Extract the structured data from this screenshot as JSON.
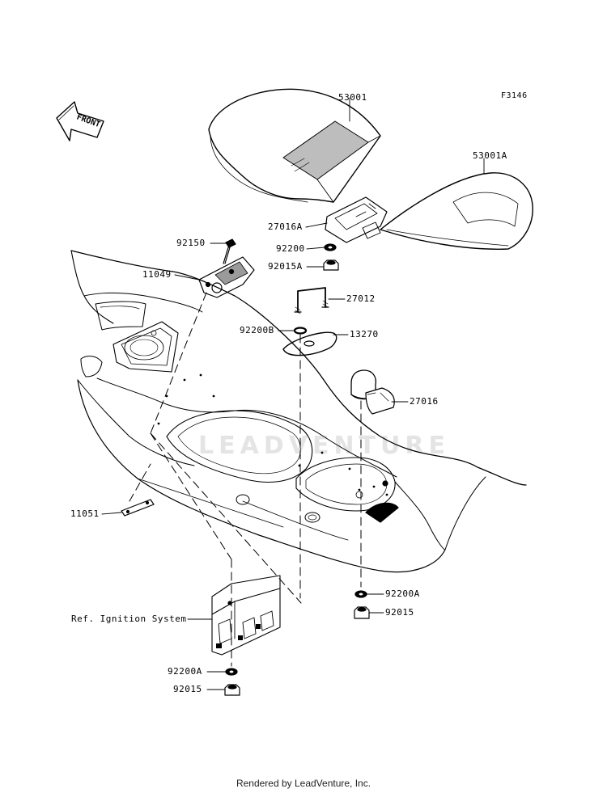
{
  "figure_code": "F3146",
  "front_label": "FRONT",
  "watermark": "LEADVENTURE",
  "footer": "Rendered by LeadVenture, Inc.",
  "parts": {
    "p53001": "53001",
    "p53001A": "53001A",
    "p27016A": "27016A",
    "p92200": "92200",
    "p92015A": "92015A",
    "p92150": "92150",
    "p11049": "11049",
    "p27012": "27012",
    "p92200B": "92200B",
    "p13270": "13270",
    "p27016": "27016",
    "p11051": "11051",
    "ref_ignition": "Ref. Ignition System",
    "p92200A_right": "92200A",
    "p92015_right": "92015",
    "p92200A_left": "92200A",
    "p92015_left": "92015"
  }
}
